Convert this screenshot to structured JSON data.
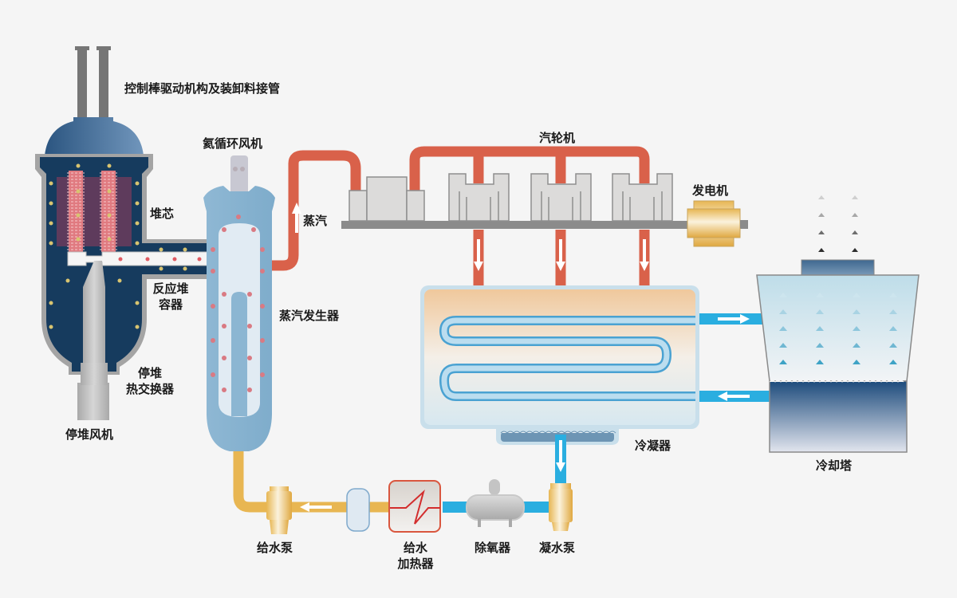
{
  "title": "高温气冷堆核电站系统示意图",
  "labels": {
    "control_rod": "控制棒驱动机构及装卸料接管",
    "helium_fan": "氦循环风机",
    "core": "堆芯",
    "reactor_vessel_1": "反应堆",
    "reactor_vessel_2": "容器",
    "shutdown_hx_1": "停堆",
    "shutdown_hx_2": "热交换器",
    "shutdown_fan": "停堆风机",
    "steam": "蒸汽",
    "steam_generator": "蒸汽发生器",
    "turbine": "汽轮机",
    "generator": "发电机",
    "condenser": "冷凝器",
    "cooling_tower": "冷却塔",
    "feed_pump": "给水泵",
    "feed_heater_1": "给水",
    "feed_heater_2": "加热器",
    "deaerator": "除氧器",
    "condensate_pump": "凝水泵"
  },
  "colors": {
    "steam_pipe": "#d9614a",
    "cooling_water": "#2aaee0",
    "feed_water": "#e8b652",
    "reactor_blue": "#163b5e",
    "steam_gen_blue": "#8cb6d2",
    "shaft_gray": "#8b8b8b"
  }
}
